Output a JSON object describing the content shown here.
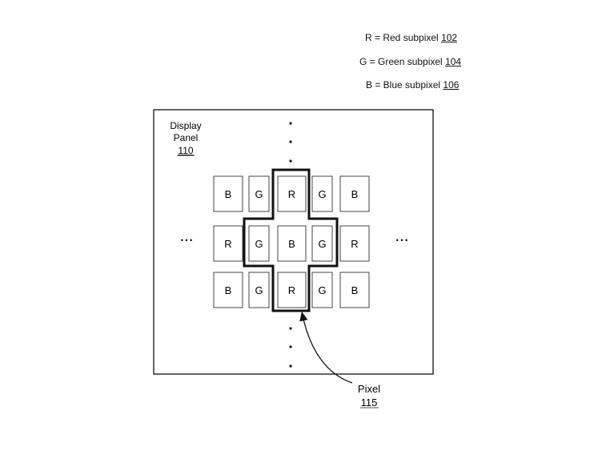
{
  "legend": [
    {
      "text": "R = Red subpixel ",
      "ref": "102"
    },
    {
      "text": "G = Green subpixel ",
      "ref": "104"
    },
    {
      "text": "B = Blue subpixel ",
      "ref": "106"
    }
  ],
  "panel": {
    "label_line1": "Display",
    "label_line2": "Panel",
    "ref": "110"
  },
  "rows": [
    [
      "B",
      "G",
      "R",
      "G",
      "B"
    ],
    [
      "R",
      "G",
      "B",
      "G",
      "R"
    ],
    [
      "B",
      "G",
      "R",
      "G",
      "B"
    ]
  ],
  "ellipsis": "•  •  •",
  "pixel": {
    "label": "Pixel",
    "ref": "115"
  }
}
